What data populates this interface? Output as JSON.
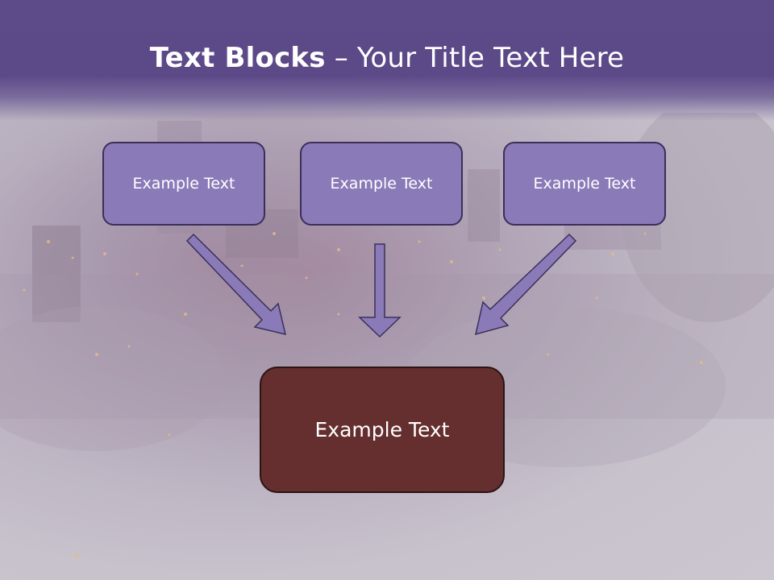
{
  "header": {
    "title_bold": "Text Blocks",
    "title_sep": " – ",
    "title_rest": "Your Title Text Here"
  },
  "blocks": [
    {
      "label": "Example Text"
    },
    {
      "label": "Example Text"
    },
    {
      "label": "Example Text"
    }
  ],
  "target": {
    "label": "Example Text"
  },
  "colors": {
    "header": "#5b4988",
    "block": "#8b7ab8",
    "target": "#652f2f",
    "arrow": "#8b7ab8"
  }
}
